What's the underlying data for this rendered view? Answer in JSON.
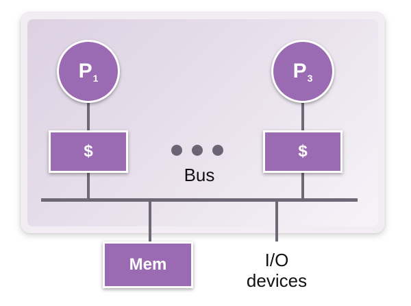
{
  "processors": [
    {
      "letter": "P",
      "subscript": "1"
    },
    {
      "letter": "P",
      "subscript": "3"
    }
  ],
  "caches": [
    {
      "label": "$"
    },
    {
      "label": "$"
    }
  ],
  "bus_label": "Bus",
  "memory_label": "Mem",
  "io_label_line1": "I/O",
  "io_label_line2": "devices",
  "colors": {
    "node_fill": "#9a6bb2",
    "wire": "#6d6876",
    "dots": "#6b6475"
  }
}
